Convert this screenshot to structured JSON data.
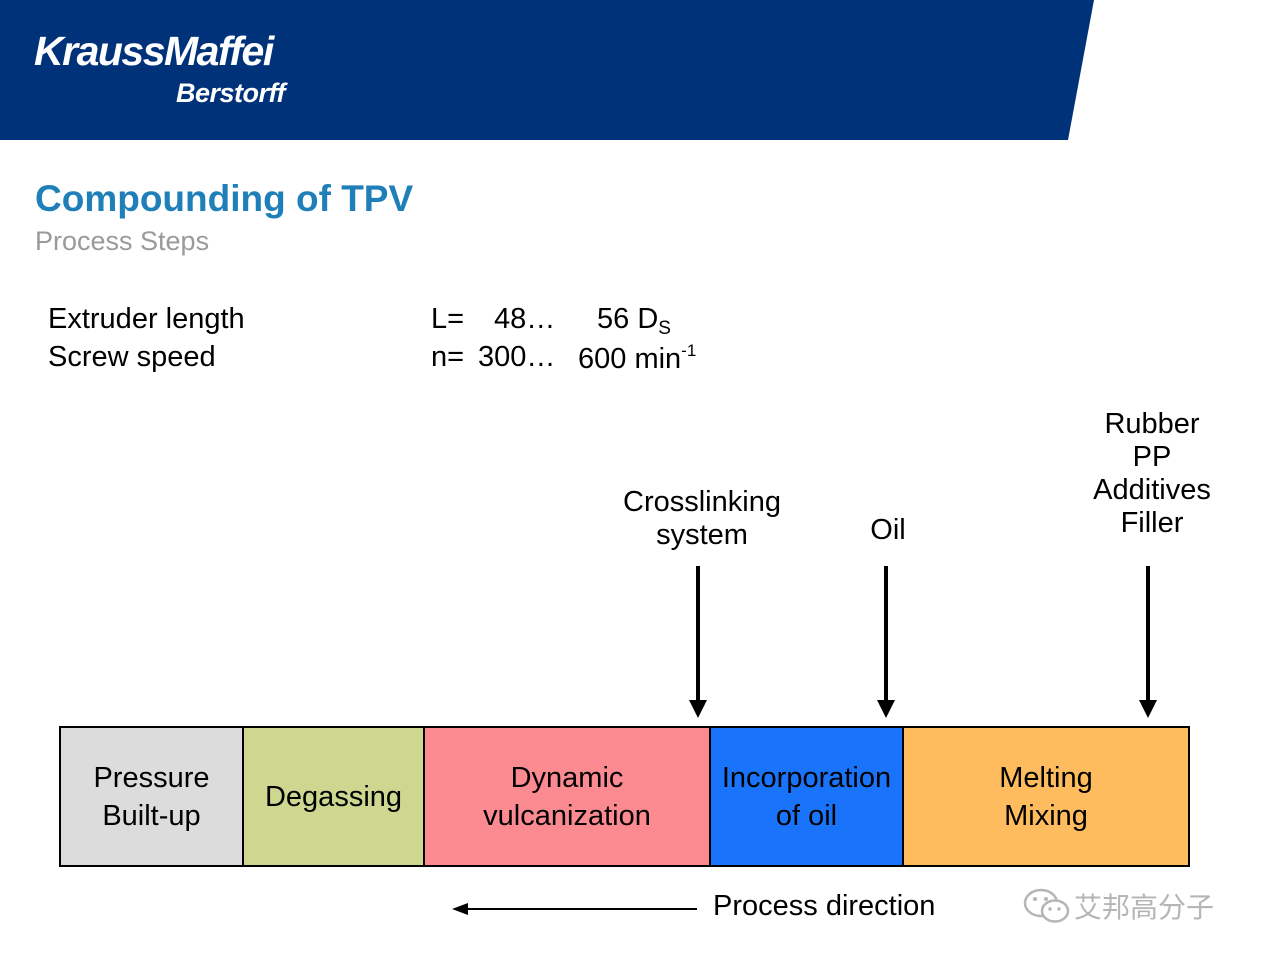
{
  "header": {
    "brand_main": "KraussMaffei",
    "brand_sub": "Berstorff",
    "colors": {
      "banner": "#00327a",
      "text": "#ffffff"
    }
  },
  "slide": {
    "title": "Compounding of TPV",
    "subtitle": "Process Steps",
    "title_color": "#1f7fb8",
    "subtitle_color": "#9a9a9a"
  },
  "parameters": [
    {
      "label": "Extruder length",
      "prefix": "L=",
      "from": "48…",
      "to": "56 D",
      "to_sub": "S",
      "to_sup": ""
    },
    {
      "label": "Screw speed",
      "prefix": "n=",
      "from": "300…",
      "to": "600 min",
      "to_sub": "",
      "to_sup": "-1"
    }
  ],
  "inputs": [
    {
      "lines": [
        "Crosslinking",
        "system"
      ]
    },
    {
      "lines": [
        "Oil"
      ]
    },
    {
      "lines": [
        "Rubber",
        "PP",
        "Additives",
        "Filler"
      ]
    }
  ],
  "steps": [
    {
      "lines": [
        "Pressure",
        "Built-up"
      ],
      "color": "#dcdcdc"
    },
    {
      "lines": [
        "Degassing"
      ],
      "color": "#cdd78f"
    },
    {
      "lines": [
        "Dynamic",
        "vulcanization"
      ],
      "color": "#fb8a91"
    },
    {
      "lines": [
        "Incorporation",
        "of oil"
      ],
      "color": "#1a74fb"
    },
    {
      "lines": [
        "Melting",
        "Mixing"
      ],
      "color": "#ffbc5f"
    }
  ],
  "direction": {
    "label": "Process direction"
  },
  "watermark": {
    "text": "艾邦高分子",
    "icon": "wechat-icon"
  }
}
